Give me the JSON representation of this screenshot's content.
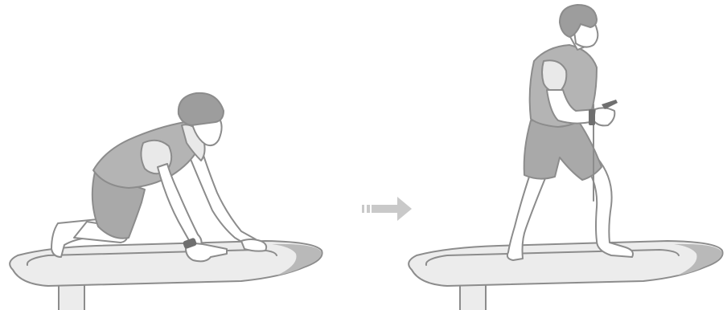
{
  "diagram": {
    "steps": [
      {
        "pose": "kneeling",
        "description_icon": "rider-kneeling-on-board"
      },
      {
        "pose": "standing",
        "description_icon": "rider-standing-on-board"
      }
    ],
    "transition_icon": "right-arrow-icon",
    "colors": {
      "outline": "#8c8c8c",
      "vest": "#b4b4b4",
      "shirt": "#e9e9e9",
      "board": "#ececec",
      "arrow": "#c9c9c9"
    }
  }
}
